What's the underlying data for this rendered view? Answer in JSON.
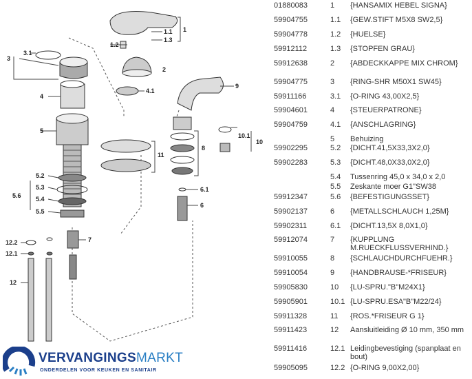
{
  "diagram": {
    "labels": [
      "1",
      "1.1",
      "1.2",
      "1.3",
      "2",
      "3",
      "3.1",
      "4",
      "4.1",
      "5",
      "5.2",
      "5.3",
      "5.4",
      "5.5",
      "5.6",
      "6",
      "6.1",
      "7",
      "8",
      "9",
      "10",
      "10.1",
      "11",
      "12",
      "12.1",
      "12.2"
    ]
  },
  "parts": [
    {
      "pn": "01880083",
      "pos": "1",
      "desc": "{HANSAMIX HEBEL SIGNA}"
    },
    {
      "pn": "59904755",
      "pos": "1.1",
      "desc": "{GEW.STIFT M5X8 SW2,5}"
    },
    {
      "pn": "59904778",
      "pos": "1.2",
      "desc": "{HUELSE}"
    },
    {
      "pn": "59912112",
      "pos": "1.3",
      "desc": "{STOPFEN GRAU}"
    },
    {
      "pn": "59912638",
      "pos": "2",
      "desc": "{ABDECKKAPPE MIX CHROM}"
    },
    {
      "pn": "59904775",
      "pos": "3",
      "desc": "{RING-SHR M50X1 SW45}"
    },
    {
      "pn": "59911166",
      "pos": "3.1",
      "desc": "{O-RING 43,00X2,5}"
    },
    {
      "pn": "59904601",
      "pos": "4",
      "desc": "{STEUERPATRONE}"
    },
    {
      "pn": "59904759",
      "pos": "4.1",
      "desc": "{ANSCHLAGRING}"
    },
    {
      "pn": "",
      "pos": "5",
      "desc": "Behuizing"
    },
    {
      "pn": "59902295",
      "pos": "5.2",
      "desc": "{DICHT.41,5X33,3X2,0}"
    },
    {
      "pn": "59902283",
      "pos": "5.3",
      "desc": "{DICHT.48,0X33,0X2,0}"
    },
    {
      "pn": "",
      "pos": "5.4",
      "desc": "Tussenring 45,0 x 34,0 x 2,0"
    },
    {
      "pn": "",
      "pos": "5.5",
      "desc": "Zeskante moer G1\"SW38"
    },
    {
      "pn": "59912347",
      "pos": "5.6",
      "desc": "{BEFESTIGUNGSSET}"
    },
    {
      "pn": "59902137",
      "pos": "6",
      "desc": "{METALLSCHLAUCH 1,25M}"
    },
    {
      "pn": "59902311",
      "pos": "6.1",
      "desc": "{DICHT.13,5X 8,0X1,0}"
    },
    {
      "pn": "59912074",
      "pos": "7",
      "desc": "{KUPPLUNG M.RUECKFLUSSVERHIND.}"
    },
    {
      "pn": "59910055",
      "pos": "8",
      "desc": "{SCHLAUCHDURCHFUEHR.}"
    },
    {
      "pn": "59910054",
      "pos": "9",
      "desc": "{HANDBRAUSE-*FRISEUR}"
    },
    {
      "pn": "59905830",
      "pos": "10",
      "desc": "{LU-SPRU.\"B\"M24X1}"
    },
    {
      "pn": "59905901",
      "pos": "10.1",
      "desc": "{LU-SPRU.ESA\"B\"M22/24}"
    },
    {
      "pn": "59911328",
      "pos": "11",
      "desc": "{ROS.*FRISEUR G 1}"
    },
    {
      "pn": "59911423",
      "pos": "12",
      "desc": "Aansluitleiding Ø 10 mm, 350 mm"
    },
    {
      "pn": "59911416",
      "pos": "12.1",
      "desc": "Leidingbevestiging (spanplaat en bout)"
    },
    {
      "pn": "59905095",
      "pos": "12.2",
      "desc": "{O-RING 9,00X2,00}"
    }
  ],
  "logo": {
    "brand_bold": "VERVANGINGS",
    "brand_light": "MARKT",
    "tagline": "ONDERDELEN VOOR KEUKEN EN SANITAIR"
  },
  "colors": {
    "brand_dark": "#1b3f8b",
    "brand_light": "#2a7fc4"
  }
}
